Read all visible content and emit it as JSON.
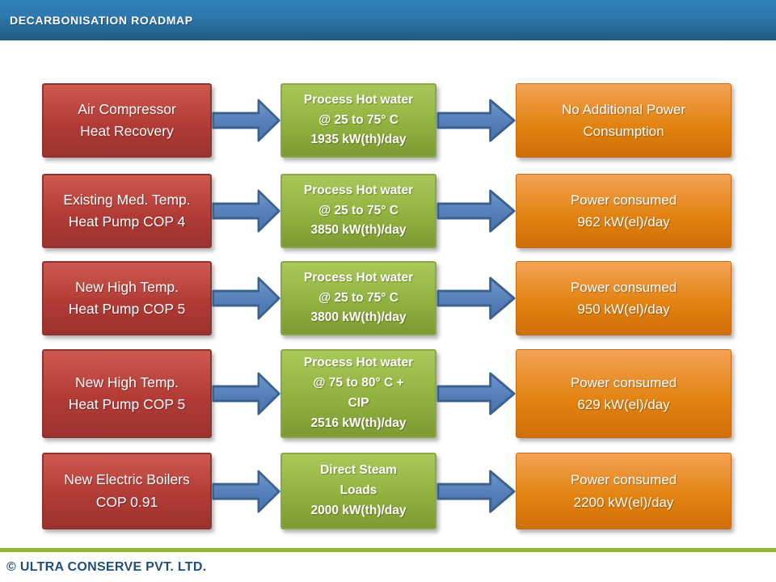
{
  "header": {
    "title": "DECARBONISATION ROADMAP"
  },
  "rows": [
    {
      "source": "Air Compressor\nHeat Recovery",
      "process": "Process Hot water\n@ 25 to 75° C\n1935 kW(th)/day",
      "result": "No Additional Power\nConsumption"
    },
    {
      "source": "Existing Med. Temp.\nHeat Pump COP 4",
      "process": "Process Hot water\n@ 25 to 75° C\n3850 kW(th)/day",
      "result": "Power consumed\n962 kW(el)/day"
    },
    {
      "source": "New High Temp.\nHeat Pump COP 5",
      "process": "Process Hot water\n@ 25 to 75° C\n3800 kW(th)/day",
      "result": "Power consumed\n950 kW(el)/day"
    },
    {
      "source": "New High Temp.\nHeat Pump COP 5",
      "process": "Process Hot water\n@ 75 to 80° C +\nCIP\n2516 kW(th)/day",
      "result": "Power consumed\n629 kW(el)/day"
    },
    {
      "source": "New Electric Boilers\nCOP 0.91",
      "process": "Direct Steam\nLoads\n2000 kW(th)/day",
      "result": "Power consumed\n2200 kW(el)/day"
    }
  ],
  "footer": {
    "copyright": "© ULTRA CONSERVE PVT. LTD."
  },
  "colors": {
    "header_bar": "#2d79b0",
    "source_box": "#b23b36",
    "process_box": "#90b03e",
    "result_box": "#e2820f",
    "arrow": "#5b84c0",
    "footer_line": "#8cb72e",
    "footer_text": "#1f4e79"
  }
}
